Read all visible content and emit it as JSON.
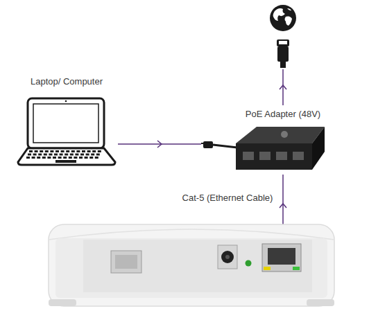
{
  "diagram": {
    "nodes": [
      {
        "text": [
          "Laptop/ Computer"
        ]
      },
      {
        "text": [
          "PoE Adapter (48V)"
        ]
      }
    ],
    "edges": [
      {
        "from": 0,
        "to": 1,
        "arrow": "to"
      }
    ],
    "labels": [
      "Cat-5 (Ethernet Cable)"
    ]
  }
}
